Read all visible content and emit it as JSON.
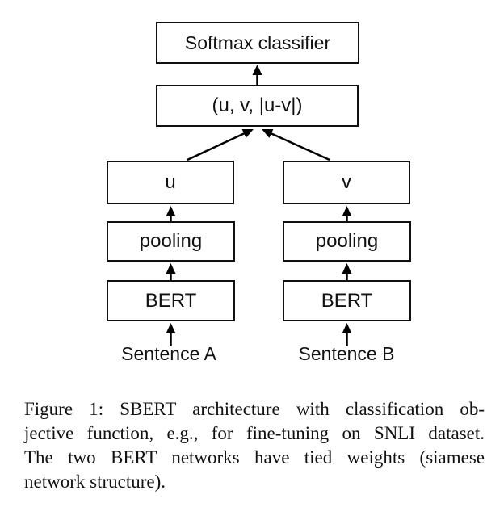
{
  "figure": {
    "nodes": {
      "softmax": {
        "label": "Softmax classifier"
      },
      "concat": {
        "label": "(u, v, |u-v|)"
      },
      "u": {
        "label": "u"
      },
      "v": {
        "label": "v"
      },
      "pooling_left": {
        "label": "pooling"
      },
      "pooling_right": {
        "label": "pooling"
      },
      "bert_left": {
        "label": "BERT"
      },
      "bert_right": {
        "label": "BERT"
      }
    },
    "inputs": {
      "sentence_a": "Sentence A",
      "sentence_b": "Sentence B"
    },
    "colors": {
      "border": "#111111",
      "arrow": "#000000",
      "text": "#111111",
      "background": "#ffffff"
    }
  },
  "caption": {
    "lines": [
      "Figure 1: SBERT architecture with classification ob-",
      "jective function, e.g., for fine-tuning on SNLI dataset.",
      "The two BERT networks have tied weights (siamese",
      "network structure)."
    ],
    "full_text": "Figure 1: SBERT architecture with classification objective function, e.g., for fine-tuning on SNLI dataset. The two BERT networks have tied weights (siamese network structure)."
  }
}
